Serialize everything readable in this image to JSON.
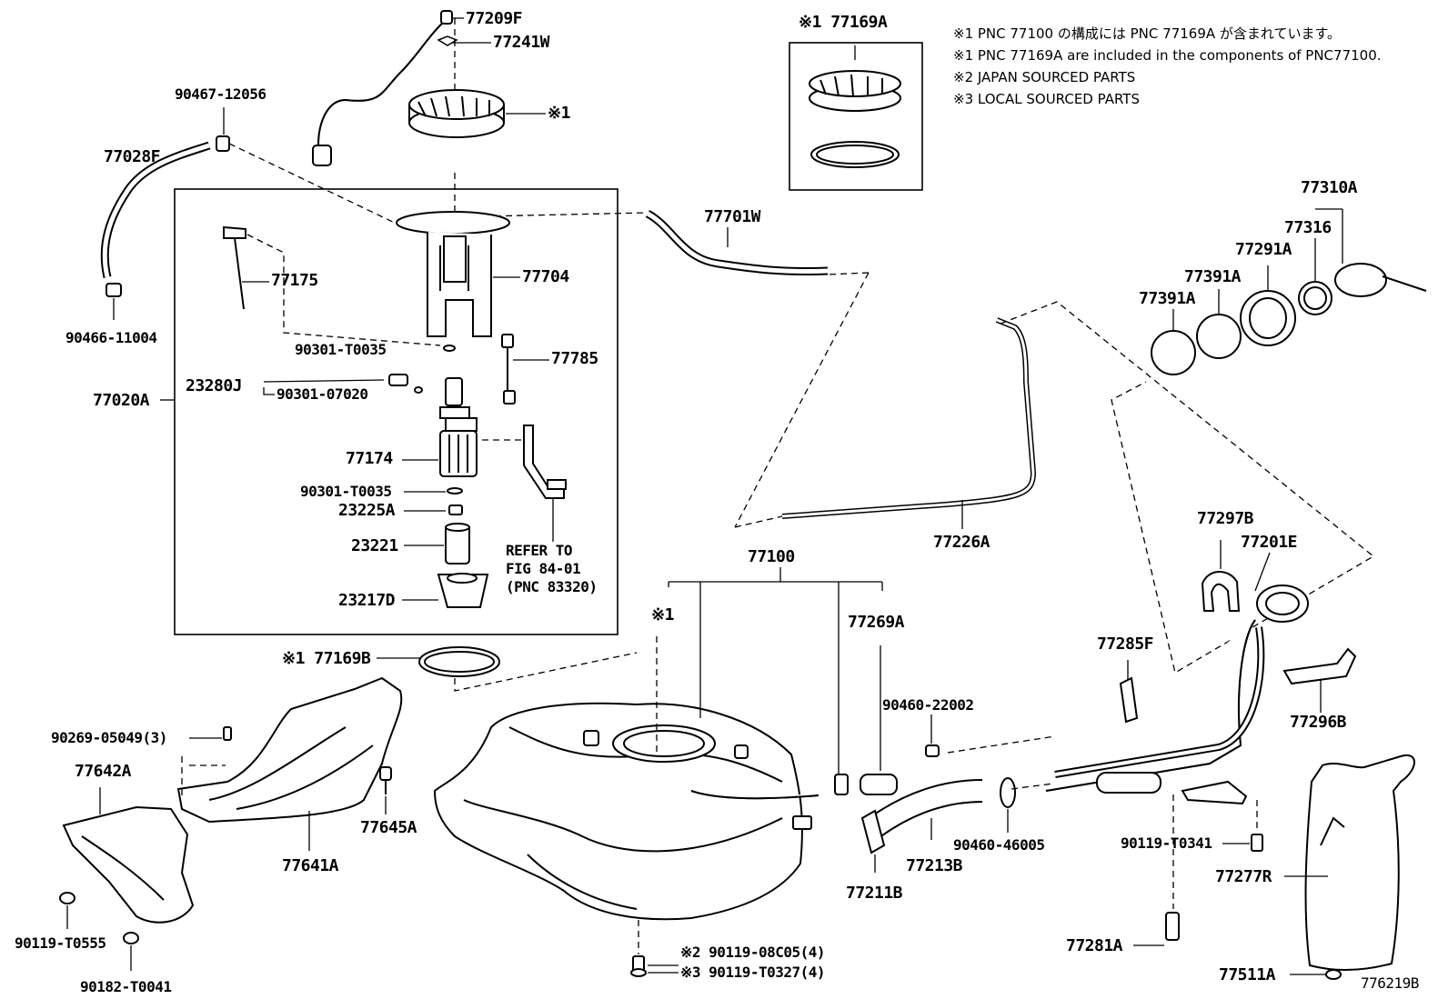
{
  "diagram_code": "776219B",
  "notes": [
    "※1 PNC 77100 の構成には PNC 77169A が含まれています。",
    "※1 PNC 77169A are included in the components of PNC77100.",
    "※2 JAPAN SOURCED PARTS",
    "※3 LOCAL SOURCED PARTS"
  ],
  "callouts": {
    "p77209F": "77209F",
    "p77241W": "77241W",
    "m1_ring_top": "※1",
    "p77169A_box": "※1 77169A",
    "p90467": "90467-12056",
    "p77028F": "77028F",
    "p90466": "90466-11004",
    "p77701W": "77701W",
    "p77175": "77175",
    "p77704": "77704",
    "p90301_T0035_a": "90301-T0035",
    "p77785": "77785",
    "p23280J": "23280J",
    "p90301_07020": "90301-07020",
    "p77020A": "77020A",
    "p77174": "77174",
    "p90301_T0035_b": "90301-T0035",
    "p23225A": "23225A",
    "p23221": "23221",
    "p23217D": "23217D",
    "refer_line1": "REFER TO",
    "refer_line2": "FIG 84-01",
    "refer_line3": "(PNC 83320)",
    "p77310A": "77310A",
    "p77316": "77316",
    "p77291A": "77291A",
    "p77391A_a": "77391A",
    "p77391A_b": "77391A",
    "p77226A": "77226A",
    "p77100": "77100",
    "m1_tank": "※1",
    "p77269A": "77269A",
    "p77169B": "※1 77169B",
    "p90269": "90269-05049(3)",
    "p77642A": "77642A",
    "p77645A": "77645A",
    "p77641A": "77641A",
    "p90119_T0555": "90119-T0555",
    "p90182": "90182-T0041",
    "p90460_22002": "90460-22002",
    "p77297B": "77297B",
    "p77201E": "77201E",
    "p77285F": "77285F",
    "p77296B": "77296B",
    "p90460_46005": "90460-46005",
    "p77213B": "77213B",
    "p77211B": "77211B",
    "p90119_T0341": "90119-T0341",
    "p77277R": "77277R",
    "p77281A": "77281A",
    "p77511A": "77511A",
    "bolt_jp": "※2  90119-08C05(4)",
    "bolt_local": "※3  90119-T0327(4)"
  }
}
